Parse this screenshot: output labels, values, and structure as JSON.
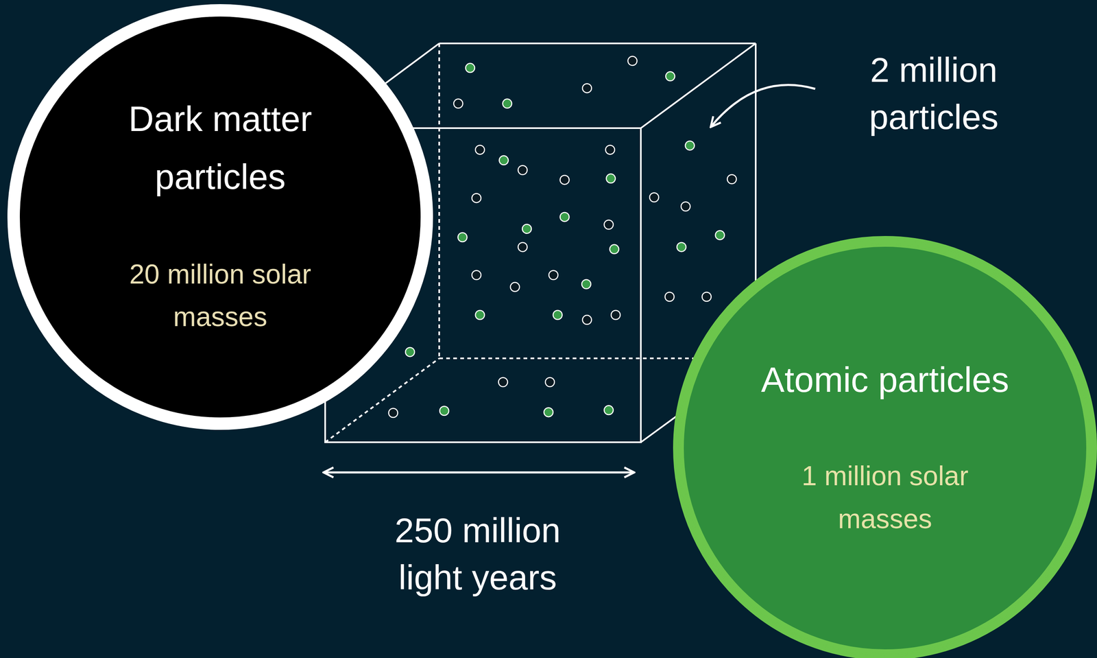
{
  "diagram": {
    "nodes": [
      {
        "text": [
          "Dark matter particles",
          "20 million solar masses"
        ]
      },
      {
        "text": [
          "Atomic particles",
          "1 million solar masses"
        ]
      }
    ],
    "labels": [
      "2 million particles",
      "250 million light years"
    ]
  }
}
